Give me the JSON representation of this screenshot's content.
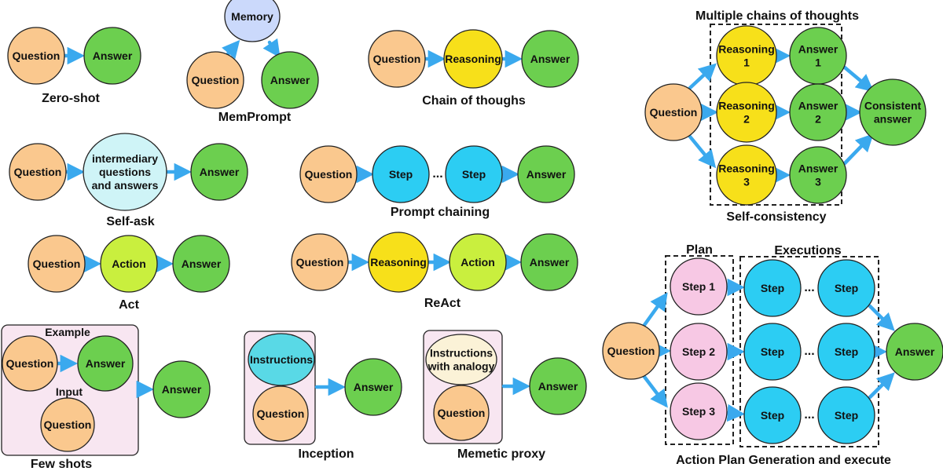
{
  "colors": {
    "question": "#fac88e",
    "answer": "#6ccf4f",
    "reasoning": "#f7e01a",
    "step": "#2ccdf3",
    "action": "#c9ef3e",
    "memory": "#cbd9fb",
    "intermediary": "#cff4f7",
    "planstep": "#f7c8e4",
    "instructions": "#59d9e6",
    "analogy": "#fbf2d7",
    "box": "#f8e6f1",
    "arrow": "#3aa9ee"
  },
  "labels": {
    "question": "Question",
    "answer": "Answer",
    "memory": "Memory",
    "reasoning": "Reasoning",
    "step": "Step",
    "action": "Action",
    "ellipsis": "...",
    "intermediary": [
      "intermediary",
      "questions",
      "and answers"
    ],
    "reasoning1": [
      "Reasoning",
      "1"
    ],
    "reasoning2": [
      "Reasoning",
      "2"
    ],
    "reasoning3": [
      "Reasoning",
      "3"
    ],
    "answer1": [
      "Answer",
      "1"
    ],
    "answer2": [
      "Answer",
      "2"
    ],
    "answer3": [
      "Answer",
      "3"
    ],
    "consistent": [
      "Consistent",
      "answer"
    ],
    "step1": "Step 1",
    "step2": "Step 2",
    "step3": "Step 3",
    "instructions": "Instructions",
    "analogy": [
      "Instructions",
      "with analogy"
    ],
    "example": "Example",
    "input": "Input"
  },
  "titles": {
    "zero_shot": "Zero-shot",
    "memprompt": "MemPrompt",
    "chain_of_thought": "Chain of thoughs",
    "self_ask": "Self-ask",
    "prompt_chaining": "Prompt chaining",
    "act": "Act",
    "react": "ReAct",
    "few_shots": "Few shots",
    "inception": "Inception",
    "memetic_proxy": "Memetic proxy",
    "multiple_chains": "Multiple chains of thoughts",
    "self_consistency": "Self-consistency",
    "plan": "Plan",
    "executions": "Executions",
    "action_plan": "Action Plan Generation and execute"
  }
}
